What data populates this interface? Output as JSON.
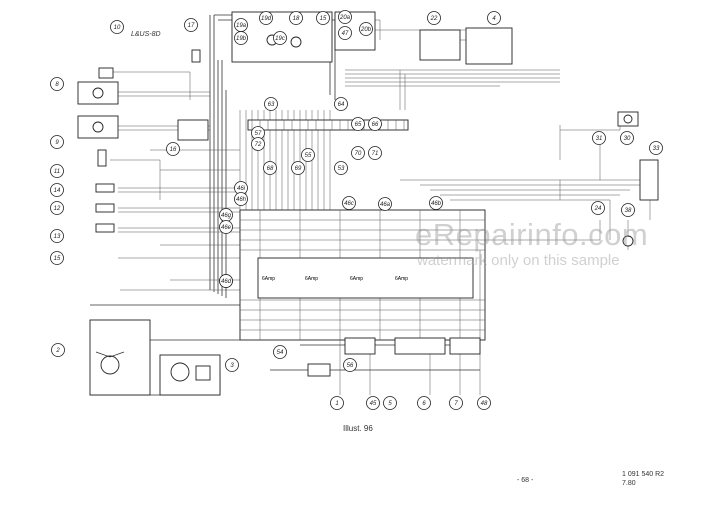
{
  "diagram": {
    "title_tag": "L&US-8D",
    "caption": "Illust. 96",
    "page_number": "- 68 -",
    "document_number": "1 091 540 R2",
    "document_date": "7.80",
    "connector_labels": [
      "6Amp",
      "6Amp",
      "6Amp",
      "6Amp"
    ],
    "bubbles": [
      {
        "id": "b10",
        "label": "10"
      },
      {
        "id": "b8",
        "label": "8"
      },
      {
        "id": "b9",
        "label": "9"
      },
      {
        "id": "b11",
        "label": "11"
      },
      {
        "id": "b14",
        "label": "14"
      },
      {
        "id": "b12",
        "label": "12"
      },
      {
        "id": "b13",
        "label": "13"
      },
      {
        "id": "b15",
        "label": "15"
      },
      {
        "id": "b2",
        "label": "2"
      },
      {
        "id": "b3",
        "label": "3"
      },
      {
        "id": "b1",
        "label": "1"
      },
      {
        "id": "b17",
        "label": "17"
      },
      {
        "id": "b16",
        "label": "16"
      },
      {
        "id": "b19a",
        "label": "19a"
      },
      {
        "id": "b19b",
        "label": "19b"
      },
      {
        "id": "b19c",
        "label": "19c"
      },
      {
        "id": "b19d",
        "label": "19d"
      },
      {
        "id": "b18",
        "label": "18"
      },
      {
        "id": "b15b",
        "label": "15"
      },
      {
        "id": "b20a",
        "label": "20a"
      },
      {
        "id": "b20b",
        "label": "20b"
      },
      {
        "id": "b47",
        "label": "47"
      },
      {
        "id": "b22",
        "label": "22"
      },
      {
        "id": "b4",
        "label": "4"
      },
      {
        "id": "b63",
        "label": "63"
      },
      {
        "id": "b64",
        "label": "64"
      },
      {
        "id": "b57",
        "label": "57"
      },
      {
        "id": "b72",
        "label": "72"
      },
      {
        "id": "b65",
        "label": "65"
      },
      {
        "id": "b66",
        "label": "66"
      },
      {
        "id": "b70",
        "label": "70"
      },
      {
        "id": "b71",
        "label": "71"
      },
      {
        "id": "b68",
        "label": "68"
      },
      {
        "id": "b69",
        "label": "69"
      },
      {
        "id": "b53",
        "label": "53"
      },
      {
        "id": "b46i",
        "label": "46i"
      },
      {
        "id": "b46h",
        "label": "46h"
      },
      {
        "id": "b46g",
        "label": "46g"
      },
      {
        "id": "b46e",
        "label": "46e"
      },
      {
        "id": "b46c",
        "label": "46c"
      },
      {
        "id": "b46a",
        "label": "46a"
      },
      {
        "id": "b46b",
        "label": "46b"
      },
      {
        "id": "b46f",
        "label": "46f"
      },
      {
        "id": "b46d",
        "label": "46d"
      },
      {
        "id": "b54",
        "label": "54"
      },
      {
        "id": "b56",
        "label": "56"
      },
      {
        "id": "b45",
        "label": "45"
      },
      {
        "id": "b5",
        "label": "5"
      },
      {
        "id": "b6",
        "label": "6"
      },
      {
        "id": "b7",
        "label": "7"
      },
      {
        "id": "b48",
        "label": "48"
      },
      {
        "id": "b31",
        "label": "31"
      },
      {
        "id": "b30",
        "label": "30"
      },
      {
        "id": "b33",
        "label": "33"
      },
      {
        "id": "b24",
        "label": "24"
      },
      {
        "id": "b38",
        "label": "38"
      },
      {
        "id": "b55",
        "label": "55"
      }
    ]
  },
  "watermark": {
    "main": "eRepairinfo.com",
    "sub": "watermark only on this sample"
  }
}
